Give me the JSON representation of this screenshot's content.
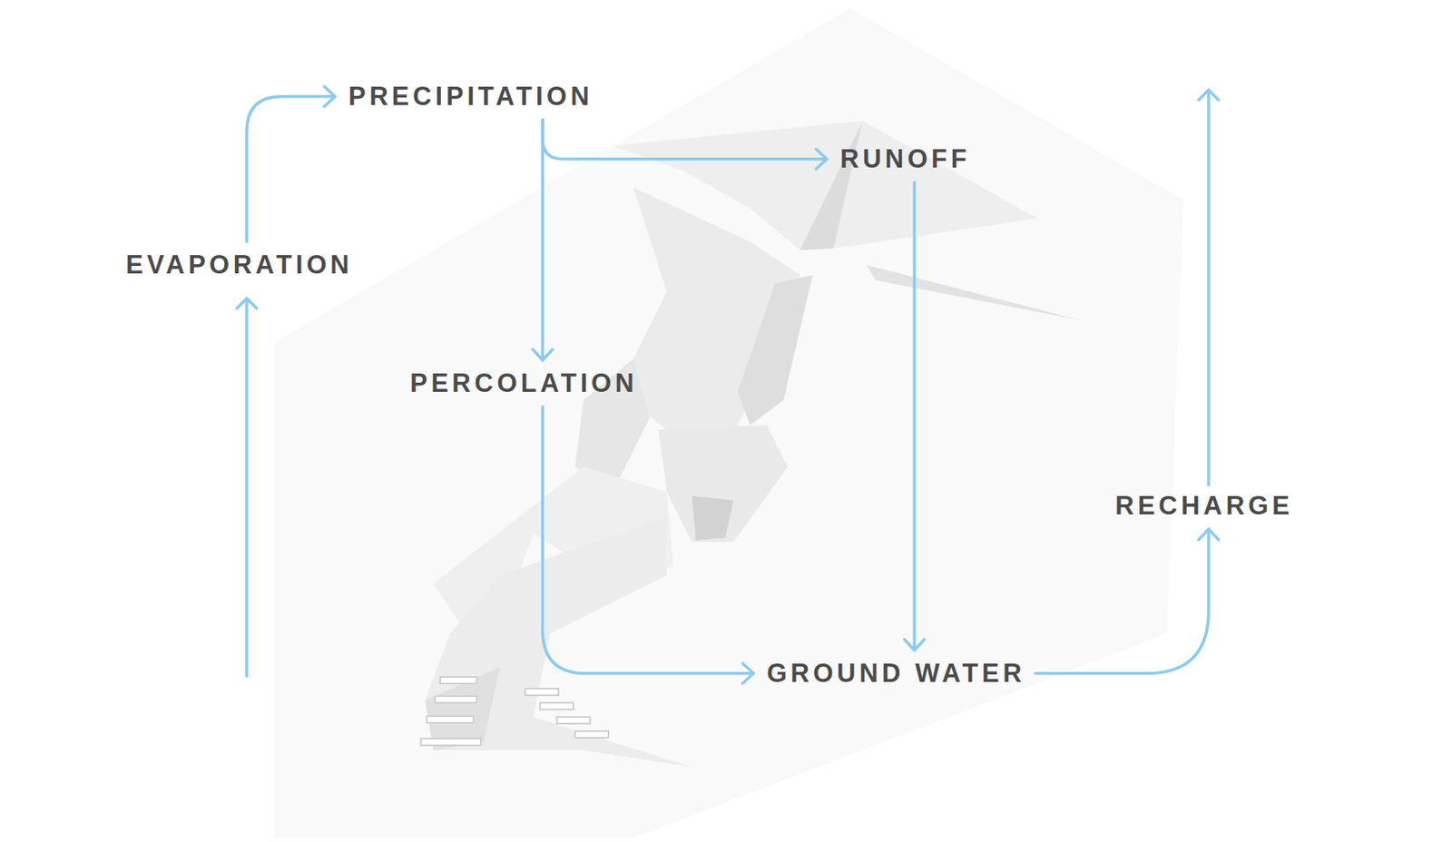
{
  "diagram": {
    "nodes": [
      {
        "text": [
          "PRECIPITATION"
        ]
      },
      {
        "text": [
          "RUNOFF"
        ]
      },
      {
        "text": [
          "EVAPORATION"
        ]
      },
      {
        "text": [
          "PERCOLATION"
        ]
      },
      {
        "text": [
          "RECHARGE"
        ]
      },
      {
        "text": [
          "GROUND WATER"
        ]
      }
    ],
    "edges": [
      {
        "from": 2,
        "to": 0,
        "arrow": "to"
      },
      {
        "from": 0,
        "to": 1,
        "arrow": "to"
      },
      {
        "from": 0,
        "to": 3,
        "arrow": "to"
      },
      {
        "from": 3,
        "to": 5,
        "arrow": "to"
      },
      {
        "from": 1,
        "to": 5,
        "arrow": "to"
      },
      {
        "from": 5,
        "to": 4,
        "arrow": "to"
      }
    ]
  }
}
